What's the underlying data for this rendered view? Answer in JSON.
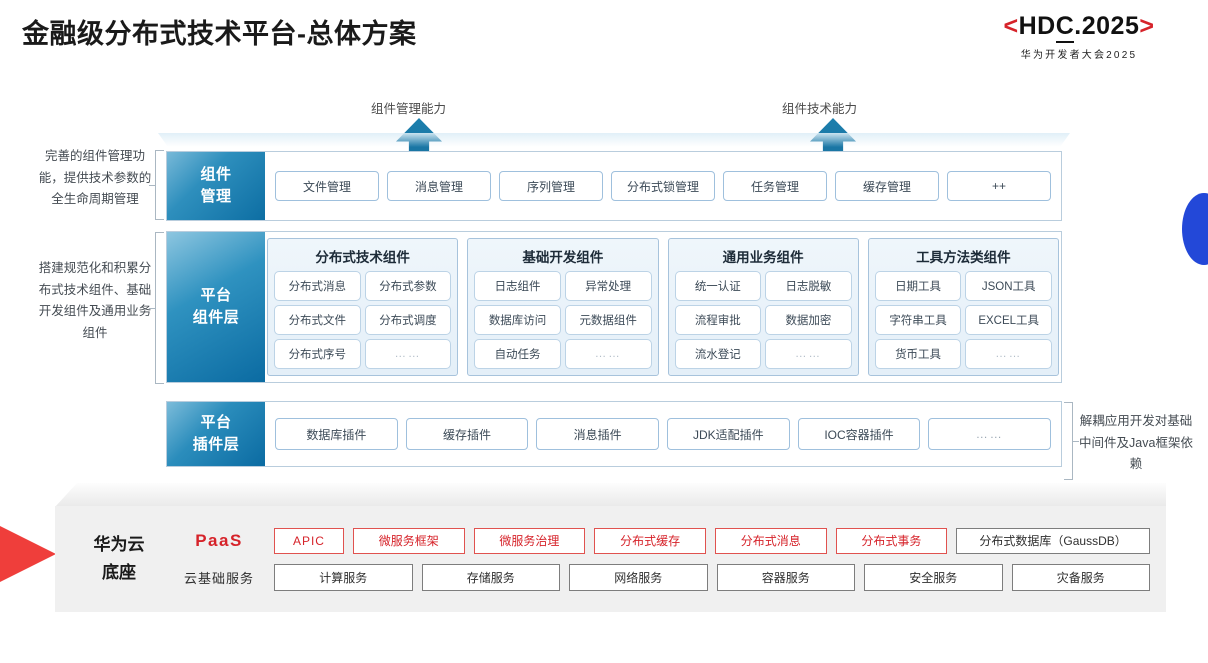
{
  "header": {
    "title": "金融级分布式技术平台-总体方案",
    "logo_brackets": {
      "left": "<",
      "right": ">"
    },
    "logo_main_a": "HD",
    "logo_main_c": "C",
    "logo_main_b": ".2025",
    "logo_sub": "华为开发者大会2025"
  },
  "capabilities": [
    {
      "label": "组件管理能力",
      "icon": "up-arrow-icon"
    },
    {
      "label": "组件技术能力",
      "icon": "up-arrow-icon"
    }
  ],
  "side_notes": {
    "left_1": "完善的组件管理功能，提供技术参数的全生命周期管理",
    "left_2": "搭建规范化和积累分布式技术组件、基础开发组件及通用业务组件",
    "right_1": "解耦应用开发对基础中间件及Java框架依赖"
  },
  "layers": {
    "component_mgmt": {
      "label_line1": "组件",
      "label_line2": "管理",
      "items": [
        "文件管理",
        "消息管理",
        "序列管理",
        "分布式锁管理",
        "任务管理",
        "缓存管理",
        "++"
      ]
    },
    "platform_component": {
      "label_line1": "平台",
      "label_line2": "组件层",
      "groups": [
        {
          "title": "分布式技术组件",
          "cells": [
            "分布式消息",
            "分布式参数",
            "分布式文件",
            "分布式调度",
            "分布式序号",
            "……"
          ]
        },
        {
          "title": "基础开发组件",
          "cells": [
            "日志组件",
            "异常处理",
            "数据库访问",
            "元数据组件",
            "自动任务",
            "……"
          ]
        },
        {
          "title": "通用业务组件",
          "cells": [
            "统一认证",
            "日志脱敏",
            "流程审批",
            "数据加密",
            "流水登记",
            "……"
          ]
        },
        {
          "title": "工具方法类组件",
          "cells": [
            "日期工具",
            "JSON工具",
            "字符串工具",
            "EXCEL工具",
            "货币工具",
            "……"
          ]
        }
      ]
    },
    "plugin": {
      "label_line1": "平台",
      "label_line2": "插件层",
      "items": [
        "数据库插件",
        "缓存插件",
        "消息插件",
        "JDK适配插件",
        "IOC容器插件",
        "……"
      ]
    }
  },
  "cloud_base": {
    "title_line1": "华为云",
    "title_line2": "底座",
    "paas_label": "PaaS",
    "infra_label": "云基础服务",
    "paas_services": [
      "APIC",
      "微服务框架",
      "微服务治理",
      "分布式缓存",
      "分布式消息",
      "分布式事务",
      "分布式数据库（GaussDB）"
    ],
    "infra_services": [
      "计算服务",
      "存储服务",
      "网络服务",
      "容器服务",
      "安全服务",
      "灾备服务"
    ]
  },
  "colors": {
    "brand_red": "#d6232a",
    "layer_blue": "#0d6ea3",
    "arrow_blue": "#1b7fad",
    "deco_blue": "#2348d8",
    "deco_red": "#ef3e3b"
  }
}
